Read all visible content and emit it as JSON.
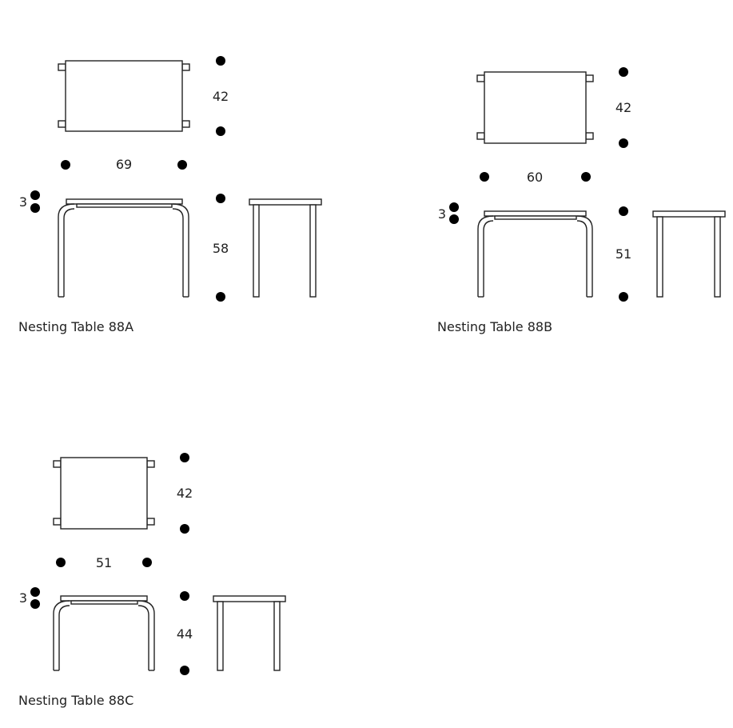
{
  "tables": [
    {
      "title": "Nesting Table 88A",
      "width": "69",
      "depth": "42",
      "height": "58",
      "top_thickness": "3"
    },
    {
      "title": "Nesting Table 88B",
      "width": "60",
      "depth": "42",
      "height": "51",
      "top_thickness": "3"
    },
    {
      "title": "Nesting Table 88C",
      "width": "51",
      "depth": "42",
      "height": "44",
      "top_thickness": "3"
    }
  ],
  "colors": {
    "line": "#222222",
    "dot": "#000000",
    "background": "#ffffff"
  }
}
